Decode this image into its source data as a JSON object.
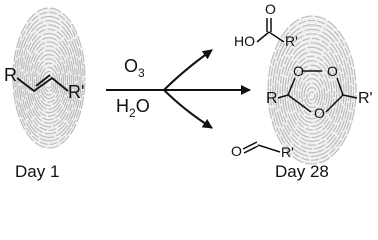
{
  "colors": {
    "fingerprint_ridge": "#b9b9b9",
    "ink": "#111111"
  },
  "icons": {
    "fingerprint_left": "fingerprint-icon",
    "fingerprint_right": "fingerprint-icon"
  },
  "left": {
    "caption": "Day 1",
    "substituent_left": "R",
    "substituent_right": "R'"
  },
  "reagents": {
    "top": "O",
    "top_sub": "3",
    "bottom_a": "H",
    "bottom_sub": "2",
    "bottom_b": "O"
  },
  "right": {
    "caption": "Day 28",
    "acid_ho": "HO",
    "acid_o": "O",
    "acid_r": "R'",
    "ozonide_o1": "O",
    "ozonide_o2": "O",
    "ozonide_o3": "O",
    "ozonide_r": "R",
    "ozonide_r2": "R'",
    "aldehyde_o": "O",
    "aldehyde_r": "R'"
  }
}
